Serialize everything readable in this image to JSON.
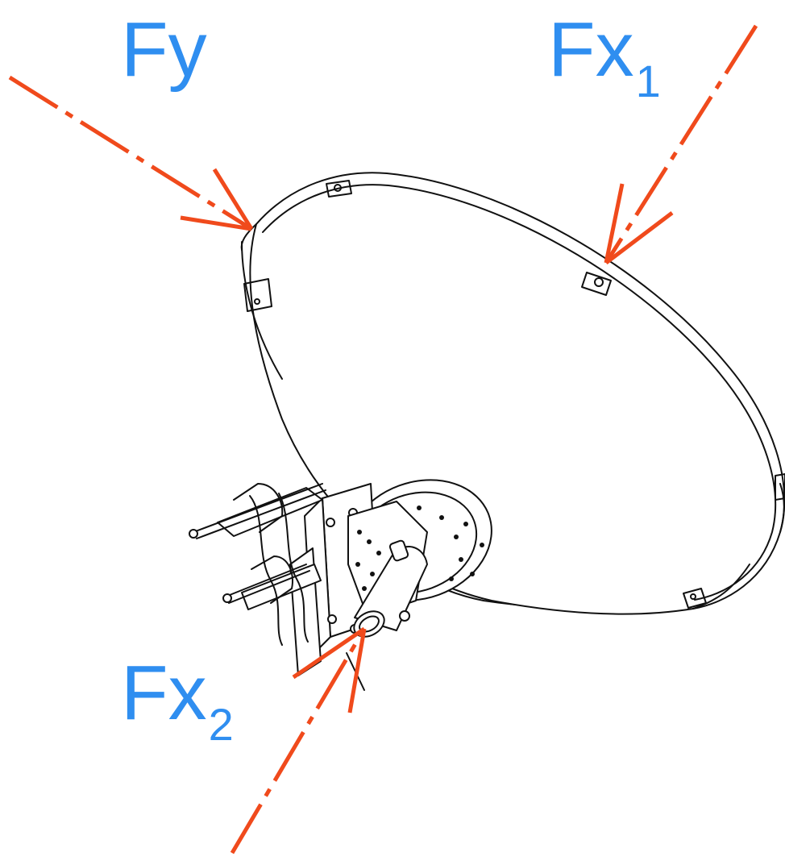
{
  "labels": {
    "fy": {
      "main": "Fy",
      "sub": ""
    },
    "fx1": {
      "main": "Fx",
      "sub": "1"
    },
    "fx2": {
      "main": "Fx",
      "sub": "2"
    }
  },
  "colors": {
    "force_arrow": "#f04a1c",
    "label": "#2f8ef0",
    "drawing_line": "#111111"
  },
  "icons": {
    "antenna": "parabolic-dish-antenna-drawing"
  }
}
